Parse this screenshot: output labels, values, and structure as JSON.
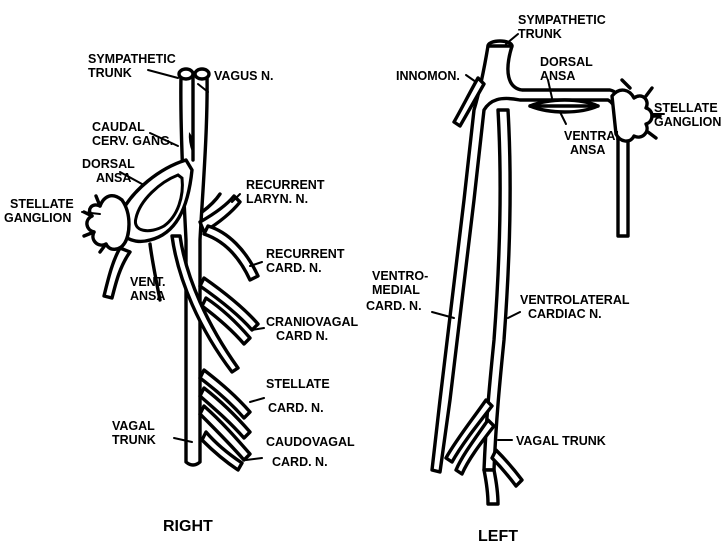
{
  "right": {
    "caption": "RIGHT",
    "labels": {
      "sympathetic_trunk": [
        "SYMPATHETIC",
        "TRUNK"
      ],
      "vagus": "VAGUS N.",
      "caudal_cerv_gang": [
        "CAUDAL",
        "CERV. GANG."
      ],
      "dorsal_ansa": [
        "DORSAL",
        "ANSA"
      ],
      "stellate_ganglion": [
        "STELLATE",
        "GANGLION"
      ],
      "recurrent_laryn": [
        "RECURRENT",
        "LARYN. N."
      ],
      "recurrent_card": [
        "RECURRENT",
        "CARD. N."
      ],
      "vent_ansa": [
        "VENT.",
        "ANSA"
      ],
      "craniovagal": [
        "CRANIOVAGAL",
        "CARD N."
      ],
      "stellate_card": [
        "STELLATE",
        "CARD. N."
      ],
      "vagal_trunk": [
        "VAGAL",
        "TRUNK"
      ],
      "caudovagal": [
        "CAUDOVAGAL",
        "CARD. N."
      ]
    }
  },
  "left": {
    "caption": "LEFT",
    "labels": {
      "sympathetic_trunk": [
        "SYMPATHETIC",
        "TRUNK"
      ],
      "innomon": "INNOMON.",
      "dorsal_ansa": [
        "DORSAL",
        "ANSA"
      ],
      "stellate_ganglion": [
        "STELLATE",
        "GANGLION"
      ],
      "ventral_ansa": [
        "VENTRAL",
        "ANSA"
      ],
      "ventromedial": [
        "VENTRO-",
        "MEDIAL",
        "CARD. N."
      ],
      "ventrolateral": [
        "VENTROLATERAL",
        "CARDIAC N."
      ],
      "vagal_trunk": "VAGAL TRUNK"
    }
  }
}
